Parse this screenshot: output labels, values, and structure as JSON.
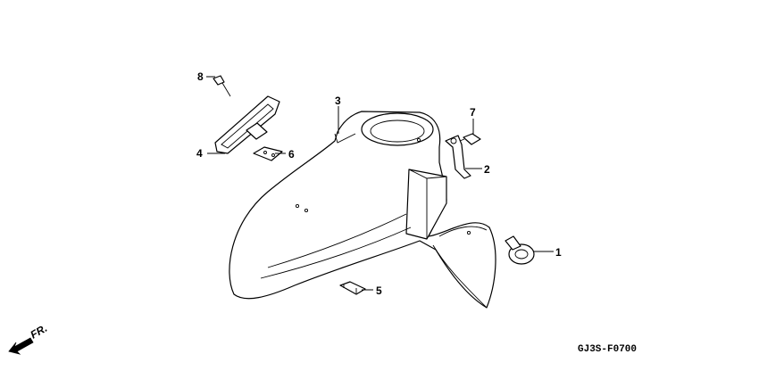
{
  "diagram": {
    "callouts": [
      {
        "id": "1",
        "label": "1"
      },
      {
        "id": "2",
        "label": "2"
      },
      {
        "id": "3",
        "label": "3"
      },
      {
        "id": "4",
        "label": "4"
      },
      {
        "id": "5",
        "label": "5"
      },
      {
        "id": "6",
        "label": "6"
      },
      {
        "id": "7",
        "label": "7"
      },
      {
        "id": "8",
        "label": "8"
      }
    ],
    "front_indicator": "FR.",
    "drawing_code": "GJ3S-F0700"
  }
}
